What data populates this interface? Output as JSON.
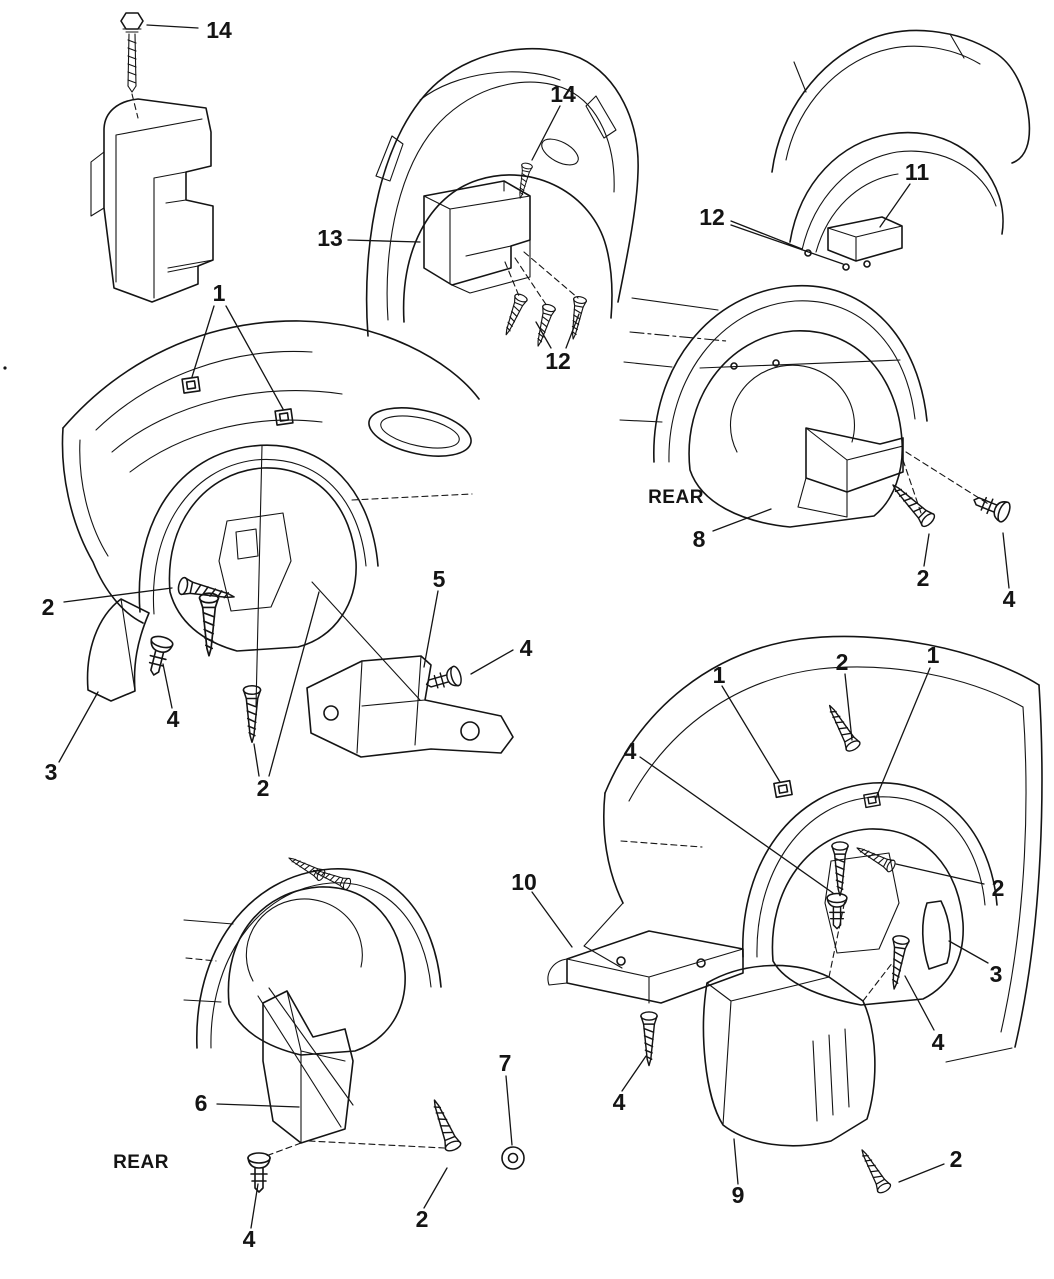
{
  "colors": {
    "ink": "#141414",
    "background": "#ffffff"
  },
  "labels": {
    "rear_upper": "REAR",
    "rear_lower": "REAR"
  },
  "callouts": [
    {
      "label": "14"
    },
    {
      "label": "13"
    },
    {
      "label": "14"
    },
    {
      "label": "12"
    },
    {
      "label": "12"
    },
    {
      "label": "11"
    },
    {
      "label": "8"
    },
    {
      "label": "2"
    },
    {
      "label": "4"
    },
    {
      "label": "1"
    },
    {
      "label": "2"
    },
    {
      "label": "4"
    },
    {
      "label": "3"
    },
    {
      "label": "2"
    },
    {
      "label": "5"
    },
    {
      "label": "4"
    },
    {
      "label": "1"
    },
    {
      "label": "2"
    },
    {
      "label": "1"
    },
    {
      "label": "4"
    },
    {
      "label": "2"
    },
    {
      "label": "3"
    },
    {
      "label": "4"
    },
    {
      "label": "10"
    },
    {
      "label": "4"
    },
    {
      "label": "9"
    },
    {
      "label": "2"
    },
    {
      "label": "6"
    },
    {
      "label": "4"
    },
    {
      "label": "2"
    },
    {
      "label": "7"
    }
  ]
}
